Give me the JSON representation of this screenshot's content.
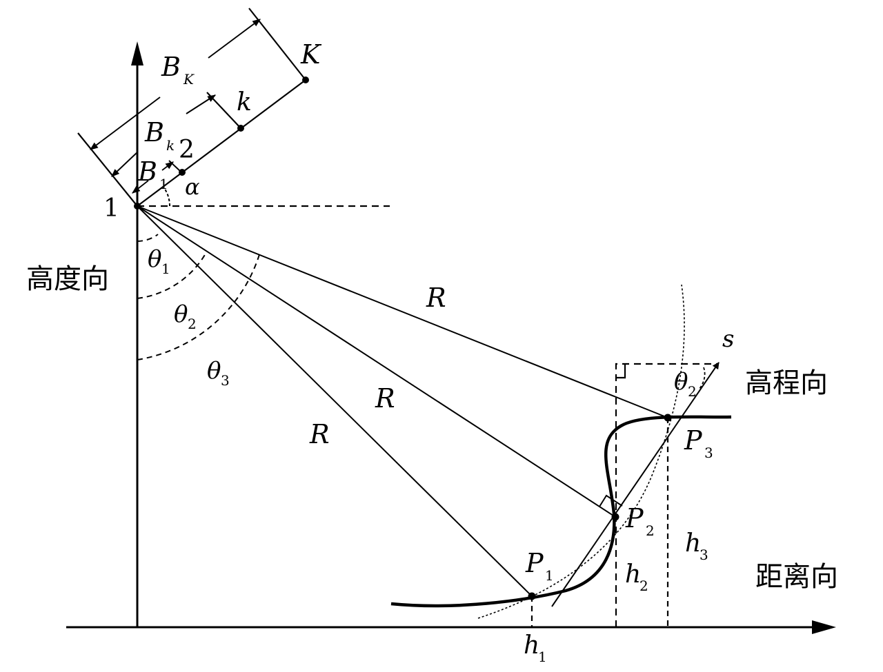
{
  "labels": {
    "axis_height": "高度向",
    "axis_elevation": "高程向",
    "axis_range": "距离向",
    "label_s": "s",
    "label_K": "K",
    "label_k": "k",
    "label_2": "2",
    "label_1": "1",
    "B_main": "B",
    "B_K_sub": "K",
    "B_k_sub": "k",
    "B_1_sub": "1",
    "alpha": "α",
    "theta": "θ",
    "theta1_sub": "1",
    "theta2_sub": "2",
    "theta3_sub": "3",
    "R": "R",
    "P": "P",
    "P1_sub": "1",
    "P2_sub": "2",
    "P3_sub": "3",
    "h": "h",
    "h1_sub": "1",
    "h2_sub": "2",
    "h3_sub": "3"
  },
  "colors": {
    "ink": "#000000",
    "background": "#ffffff"
  }
}
